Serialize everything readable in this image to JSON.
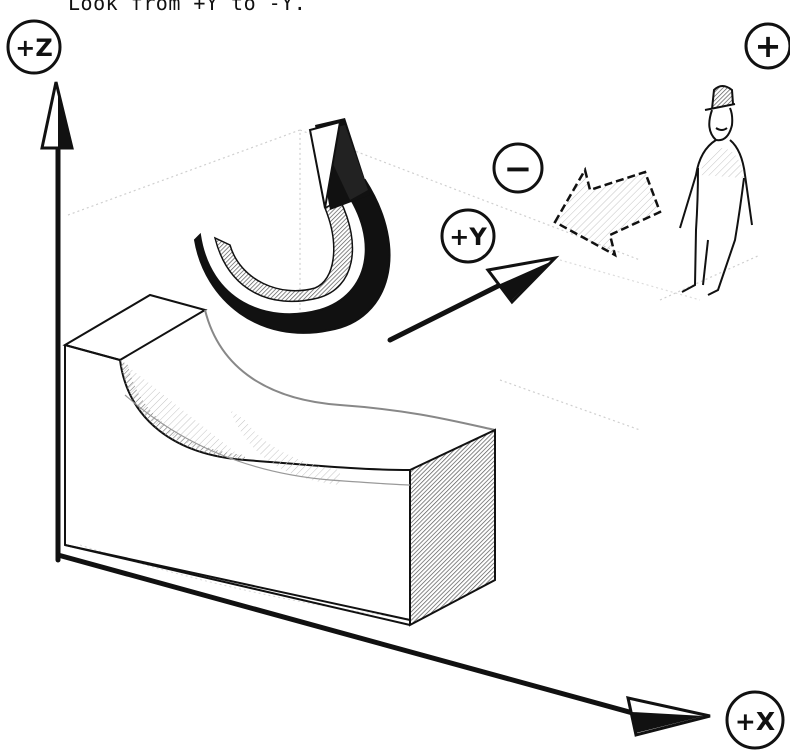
{
  "caption": "Look from +Y to -Y.",
  "axes": {
    "z_label": "+Z",
    "y_label": "+Y",
    "x_label": "+X"
  },
  "view_markers": {
    "plus": "+",
    "minus": "−"
  },
  "colors": {
    "ink": "#111111",
    "paper": "#ffffff",
    "shade": "#9a9a9a"
  }
}
